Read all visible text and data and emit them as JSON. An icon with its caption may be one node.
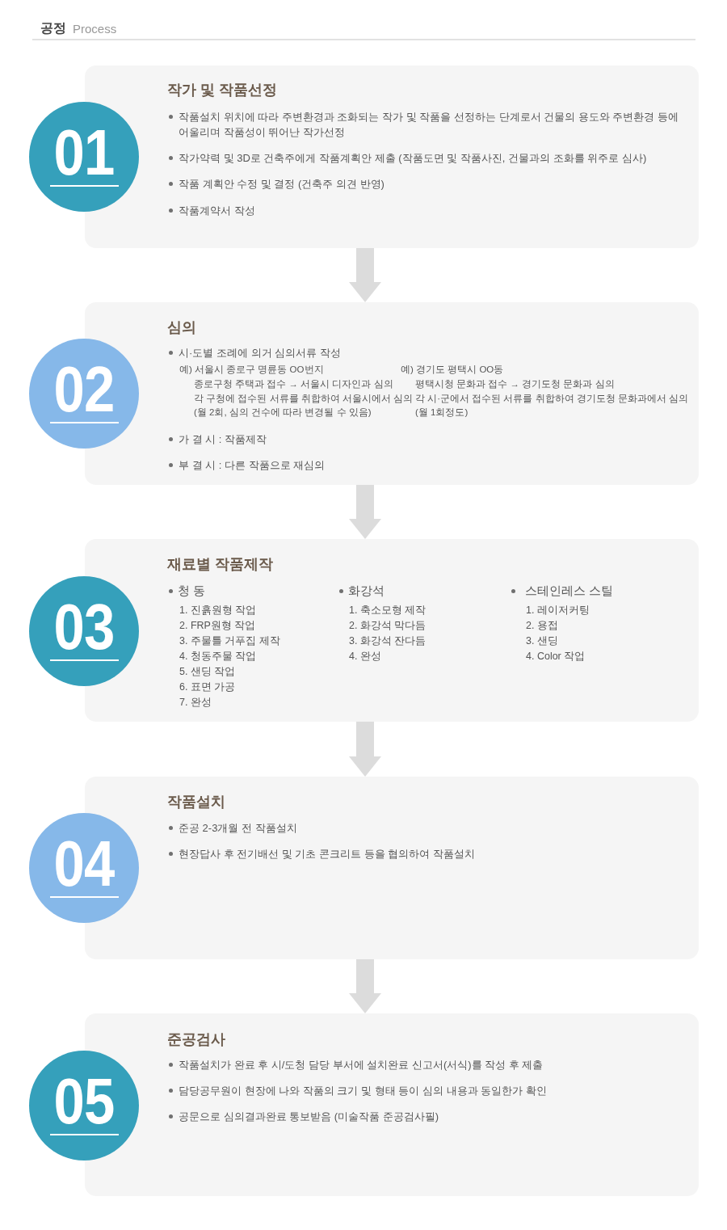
{
  "diagram": {
    "title": "공정",
    "nodes": [
      {
        "text": [
          "01"
        ]
      },
      {
        "text": [
          "작가 및 작품선정",
          "작품설치 위치에 따라 주변환경과 조화되는 작가 및 작품을 선정하는 단계로서 건물의 용도와 주변환경 등에 어울리며 작품성이 뛰어난 작가선정",
          "작가약력 및 3D로 건축주에게 작품계획안 제출 (작품도면 및 작품사진, 건물과의 조화를 위주로 심사)",
          "작품 계획안 수정 및 결정 (건축주 의견 반영)",
          "작품계약서 작성"
        ]
      },
      {
        "text": [
          "02"
        ]
      },
      {
        "text": [
          "심의",
          "시·도별 조례에 의거 심의서류 작성",
          "예) 서울시 종로구 명륜동 OO번지",
          "종로구청 주택과 접수 → 서울시 디자인과 심의",
          "각 구청에 접수된 서류를 취합하여 서울시에서 심의",
          "(월 2회, 심의 건수에 따라 변경될 수 있음)",
          "예) 경기도 평택시 OO동",
          "평택시청 문화과 접수 → 경기도청 문화과 심의",
          "각 시·군에서 접수된 서류를 취합하여 경기도청 문화과에서 심의",
          "(월 1회정도)",
          "가 결 시 : 작품제작",
          "부 결 시 : 다른 작품으로 재심의"
        ]
      },
      {
        "text": [
          "03"
        ]
      },
      {
        "text": [
          "재료별 작품제작",
          "청 동",
          "1. 진흙원형 작업",
          "2. FRP원형 작업",
          "3. 주물틀 거푸집 제작",
          "4. 청동주물 작업",
          "5. 샌딩 작업",
          "6. 표면 가공",
          "7. 완성",
          "화강석",
          "1. 축소모형 제작",
          "2. 화강석 막다듬",
          "3. 화강석 잔다듬",
          "4. 완성",
          "스테인레스 스틸",
          "1. 레이저커팅",
          "2. 용접",
          "3. 샌딩",
          "4. Color 작업"
        ]
      },
      {
        "text": [
          "04"
        ]
      },
      {
        "text": [
          "작품설치",
          "준공 2-3개월 전 작품설치",
          "현장답사 후 전기배선 및 기초 콘크리트 등을 협의하여 작품설치"
        ]
      },
      {
        "text": [
          "05"
        ]
      },
      {
        "text": [
          "준공검사",
          "작품설치가 완료 후 시/도청 담당 부서에 설치완료 신고서(서식)를 작성 후 제출",
          "담당공무원이 현장에 나와 작품의 크기 및 형태 등이 심의 내용과 동일한가 확인",
          "공문으로 심의결과완료 통보받음 (미술작품 준공검사필)"
        ]
      }
    ],
    "edges": [
      {
        "from": 1,
        "to": 3,
        "arrow": "to"
      },
      {
        "from": 3,
        "to": 5,
        "arrow": "to"
      },
      {
        "from": 5,
        "to": 7,
        "arrow": "to"
      },
      {
        "from": 7,
        "to": 9,
        "arrow": "to"
      }
    ],
    "labels": [
      "Process"
    ]
  }
}
